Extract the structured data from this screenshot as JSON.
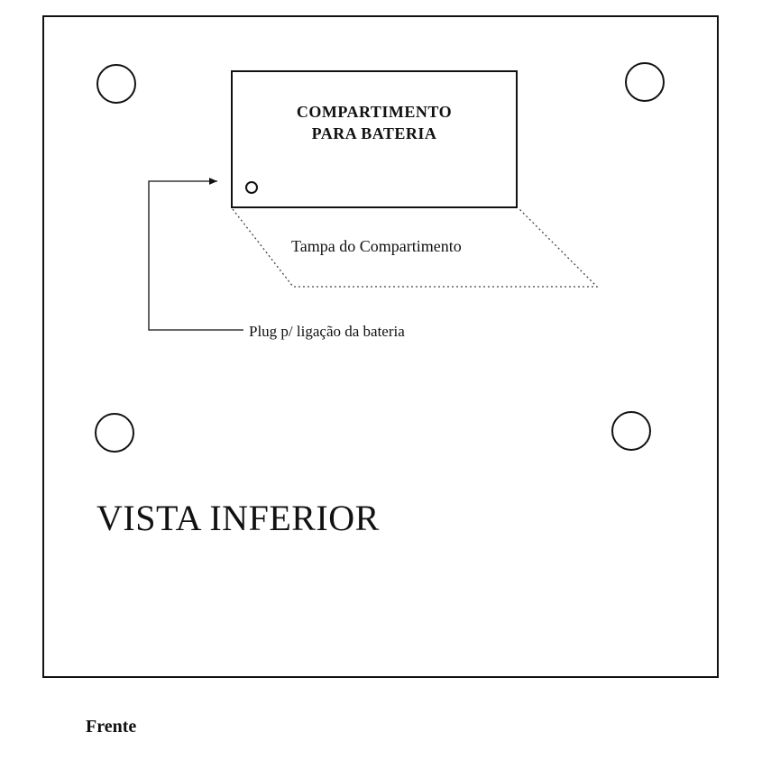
{
  "battery_compartment": {
    "title_line1": "COMPARTIMENTO",
    "title_line2": "PARA BATERIA"
  },
  "labels": {
    "compartment_lid": "Tampa do Compartimento",
    "battery_plug": "Plug p/ ligação da bateria"
  },
  "view_title": "VISTA INFERIOR",
  "front_label": "Frente",
  "mount_holes": [
    "top-left",
    "top-right",
    "bottom-left",
    "bottom-right"
  ],
  "colors": {
    "line": "#111111",
    "background": "#ffffff"
  }
}
